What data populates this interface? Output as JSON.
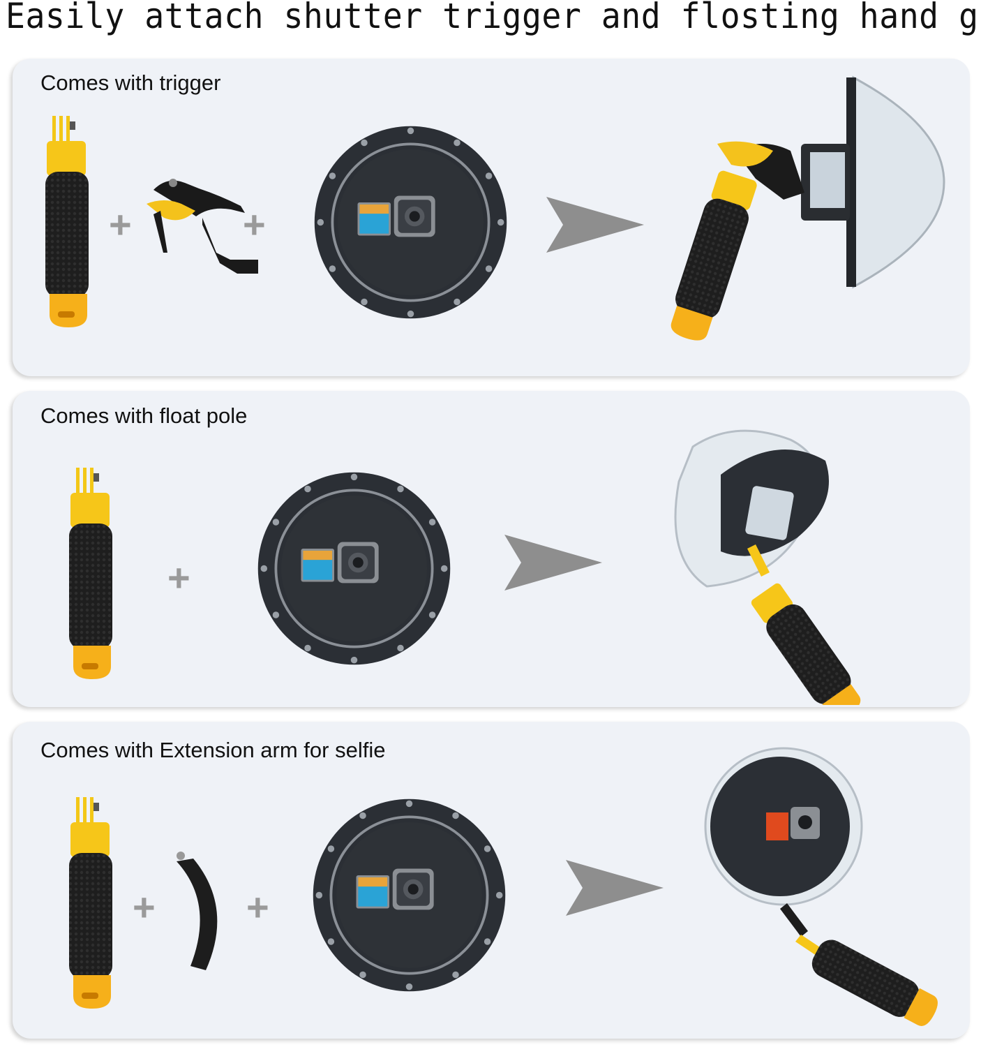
{
  "title": "Easily attach shutter trigger and flosting hand grip",
  "panels": [
    {
      "label": "Comes with trigger",
      "items": [
        "floating-hand-grip",
        "shutter-trigger",
        "dome-port"
      ],
      "result": "assembled-trigger-grip-dome"
    },
    {
      "label": "Comes with float pole",
      "items": [
        "floating-hand-grip",
        "dome-port"
      ],
      "result": "assembled-grip-dome"
    },
    {
      "label": "Comes with Extension arm for selfie",
      "items": [
        "floating-hand-grip",
        "extension-arm",
        "dome-port"
      ],
      "result": "assembled-selfie-dome"
    }
  ],
  "symbols": {
    "plus": "+"
  },
  "colors": {
    "panel_bg": "#eff2f7",
    "arrow": "#8e8e8e",
    "grip_yellow": "#f6c619",
    "grip_black": "#1c1c1c",
    "dome_black": "#2b2f35"
  }
}
